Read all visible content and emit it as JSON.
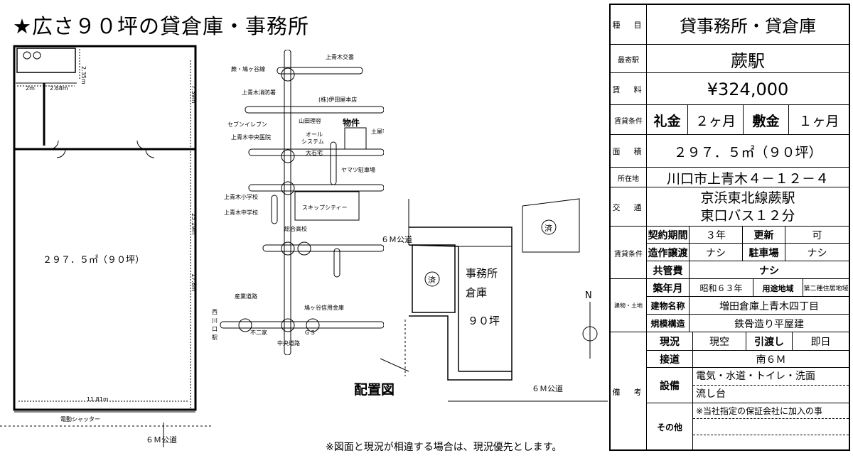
{
  "title": "★広さ９０坪の貸倉庫・事務所",
  "note": "※図面と現況が相違する場合は、現況優先とします。",
  "floorplan": {
    "area": "２９７．５㎡（９０坪）",
    "dims": [
      "2m",
      "2.68m",
      "2.35m",
      "7.39m",
      "25.19m",
      "17.8m",
      "11.81m"
    ],
    "shutter": "電動シャッター",
    "road": "６Ｍ公道"
  },
  "map": {
    "labels": [
      "上青木交番",
      "蕨・鳩ヶ谷線",
      "上青木消防署",
      "(株)伊田屋本店",
      "セブンイレブン",
      "山田理容",
      "物件",
      "上青木中央医院",
      "オール",
      "システム",
      "土屋宅",
      "大石宅",
      "ヤマツ駐車場",
      "上青木小学校",
      "上青木中学校",
      "スキップシティー",
      "総合高校",
      "産業道路",
      "鳩ヶ谷信用金庫",
      "西",
      "川",
      "口",
      "駅",
      "不二家",
      "ＧＳ",
      "中央道路"
    ]
  },
  "site": {
    "road_top": "６Ｍ公道",
    "road_bottom": "６Ｍ公道",
    "building": [
      "事務所",
      "倉庫",
      "９０坪"
    ],
    "done_mark": "済",
    "caption": "配置図",
    "north": "N"
  },
  "table": {
    "shumoku_label": "種　目",
    "shumoku": "貸事務所・貸倉庫",
    "station_label": "最寄駅",
    "station": "蕨駅",
    "rent_label": "賃　料",
    "rent": "¥324,000",
    "cond_label": "賃貸条件",
    "reikin_label": "礼金",
    "reikin": "２ヶ月",
    "shikikin_label": "敷金",
    "shikikin": "１ヶ月",
    "area_label": "面　積",
    "area": "２９７．５㎡（９０坪）",
    "addr_label": "所在地",
    "addr": "川口市上青木４－１２－４",
    "access_label": "交　通",
    "access1": "京浜東北線蕨駅",
    "access2": "東口バス１２分",
    "cond2_label": "賃貸条件",
    "term_label": "契約期間",
    "term": "３年",
    "renew_label": "更新",
    "renew": "可",
    "transfer_label": "造作譲渡",
    "transfer": "ナシ",
    "parking_label": "駐車場",
    "parking": "ナシ",
    "common_label": "共管費",
    "common": "ナシ",
    "bld_label": "建物・土地",
    "built_label": "築年月",
    "built": "昭和６３年",
    "zone_label": "用途地域",
    "zone": "第二種住居地域",
    "name_label": "建物名称",
    "name": "増田倉庫上青木四丁目",
    "struct_label": "規模構造",
    "struct": "鉄骨造り平屋建",
    "remarks_label": "備　考",
    "status_label": "現況",
    "status": "現空",
    "handover_label": "引渡し",
    "handover": "即日",
    "road_label": "接道",
    "road": "南６Ｍ",
    "equip_label": "設備",
    "equip1": "電気・水道・トイレ・洗面",
    "equip2": "流し台",
    "other_label": "その他",
    "other": "※当社指定の保証会社に加入の事"
  }
}
